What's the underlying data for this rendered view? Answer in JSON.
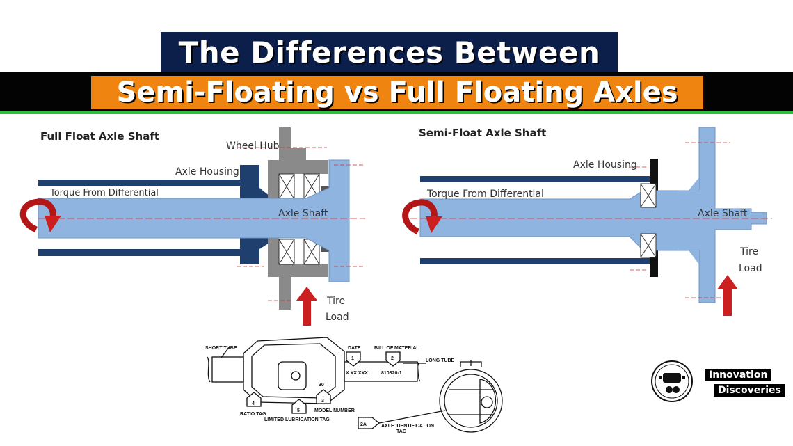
{
  "header": {
    "line1": "The Differences Between",
    "line2": "Semi-Floating vs Full Floating Axles"
  },
  "full_float": {
    "title": "Full Float Axle Shaft",
    "wheel_hub": "Wheel Hub",
    "axle_housing": "Axle Housing",
    "torque": "Torque From Differential",
    "axle_shaft": "Axle Shaft",
    "tire": "Tire",
    "load": "Load"
  },
  "semi_float": {
    "title": "Semi-Float Axle Shaft",
    "axle_housing": "Axle Housing",
    "torque": "Torque From Differential",
    "axle_shaft": "Axle Shaft",
    "tire": "Tire",
    "load": "Load"
  },
  "axle_tag": {
    "short_tube": "SHORT TUBE",
    "date": "DATE",
    "bill_of_material": "BILL OF MATERIAL",
    "long_tube": "LONG TUBE",
    "date_code": "X XX XXX",
    "bom_code": "810320-1",
    "model_number": "MODEL NUMBER",
    "ratio_tag": "RATIO TAG",
    "limited_lubrication_tag": "LIMITED LUBRICATION TAG",
    "axle_id_tag_line1": "AXLE IDENTIFICATION",
    "axle_id_tag_line2": "TAG",
    "callout_1": "1",
    "callout_2": "2",
    "callout_3": "3",
    "callout_4": "4",
    "callout_5": "5",
    "callout_2a": "2A",
    "casting_number": "30"
  },
  "brand": {
    "line1": "Innovation",
    "line2": "Discoveries"
  },
  "colors": {
    "header_navy": "#0c1f4b",
    "header_orange": "#f08410",
    "accent_green": "#27c43c",
    "housing_dark_blue": "#1f3f6e",
    "shaft_light_blue": "#8fb4e0",
    "hub_gray": "#8a8a8a",
    "arrow_red": "#cc1f1f"
  }
}
